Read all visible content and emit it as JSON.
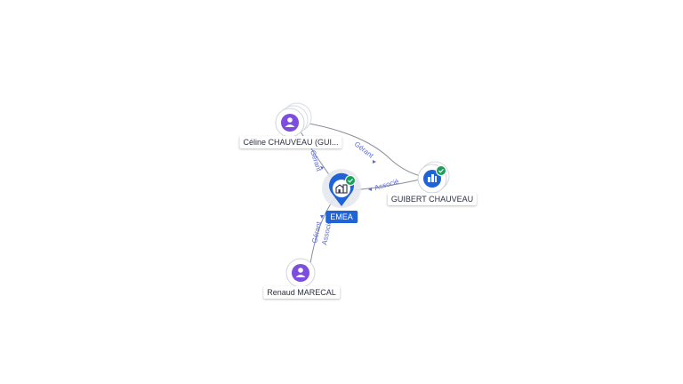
{
  "graph": {
    "center": {
      "label": "EMEA",
      "icon": "company-icon",
      "verified": true
    },
    "nodes": [
      {
        "id": "celine",
        "label": "Céline CHAUVEAU (GUI...",
        "icon": "person-icon",
        "type": "person",
        "stacked": true
      },
      {
        "id": "guibert",
        "label": "GUIBERT CHAUVEAU",
        "icon": "company-icon",
        "type": "company",
        "verified": true
      },
      {
        "id": "renaud",
        "label": "Renaud MARECAL",
        "icon": "person-icon",
        "type": "person"
      }
    ],
    "edges": [
      {
        "from": "celine",
        "to": "center",
        "label": "Gérant"
      },
      {
        "from": "celine",
        "to": "guibert",
        "label": "Gérant"
      },
      {
        "from": "guibert",
        "to": "center",
        "label": "Associé"
      },
      {
        "from": "renaud",
        "to": "center",
        "label": "Gérant"
      },
      {
        "from": "renaud",
        "to": "center",
        "label": "Associé"
      }
    ]
  },
  "colors": {
    "person": "#7c4dde",
    "company": "#1e63d8",
    "verified": "#18a058",
    "edge": "#8a8f98",
    "edge_label": "#5b6bd6"
  }
}
